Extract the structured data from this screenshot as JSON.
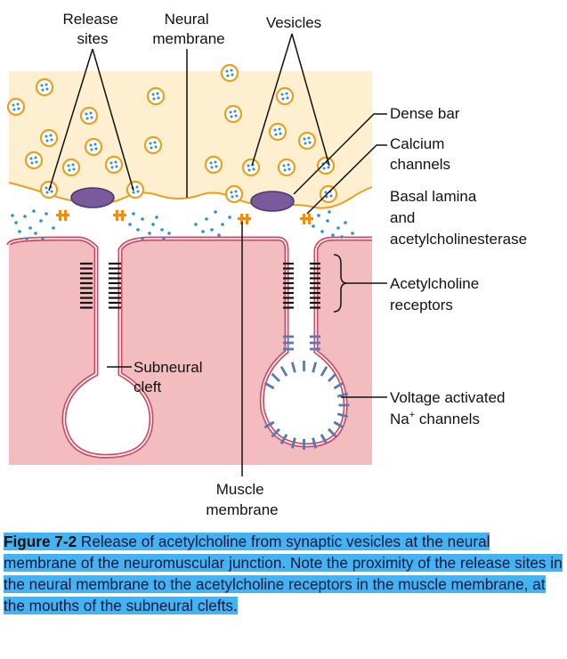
{
  "figure": {
    "labels": {
      "release_sites": [
        "Release",
        "sites"
      ],
      "neural_membrane": [
        "Neural",
        "membrane"
      ],
      "vesicles": "Vesicles",
      "dense_bar": "Dense bar",
      "calcium_channels": [
        "Calcium",
        "channels"
      ],
      "basal_lamina": [
        "Basal lamina",
        "and",
        "acetylcholinesterase"
      ],
      "ach_receptors": [
        "Acetylcholine",
        "receptors"
      ],
      "subneural_cleft": [
        "Subneural",
        "cleft"
      ],
      "voltage_na": [
        "Voltage activated",
        "Na",
        "+",
        " channels"
      ],
      "muscle_membrane": [
        "Muscle",
        "membrane"
      ]
    },
    "colors": {
      "nerve_terminal": "#fdefd0",
      "muscle": "#f3bcbf",
      "membrane_outline": "#d24a62",
      "vesicle_ring": "#e8a020",
      "vesicle_dot": "#2a8fd6",
      "dense_bar": "#7a5a9a",
      "calcium_channel": "#f08c14",
      "receptor": "#111111",
      "na_channel": "#5a78b4",
      "caption_highlight": "#45b3f2"
    }
  },
  "caption": {
    "label": "Figure 7-2",
    "text": "Release of acetylcholine from synaptic vesicles at the neural membrane of the neuromuscular junction. Note the proximity of the release sites in the neural membrane to the acetylcholine receptors in the muscle membrane, at the mouths of the subneural clefts."
  }
}
